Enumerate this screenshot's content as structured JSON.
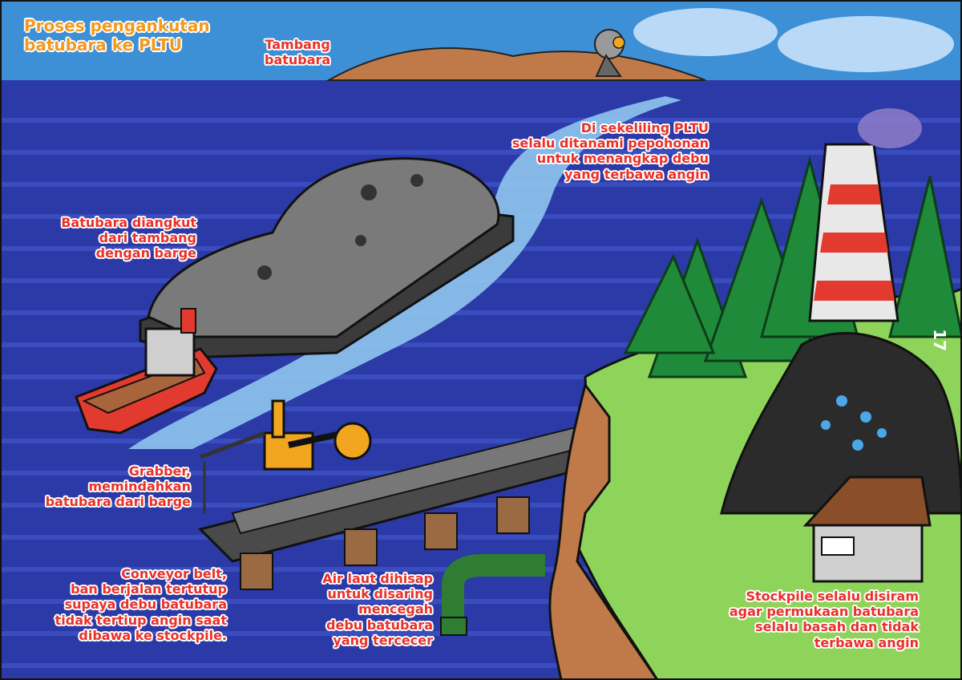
{
  "title": {
    "line1": "Proses pengankutan",
    "line2": "batubara ke PLTU"
  },
  "labels": {
    "mine": [
      "Tambang",
      "batubara"
    ],
    "trees": [
      "Di sekeliling PLTU",
      "selalu ditanami pepohonan",
      "untuk menangkap debu",
      "yang terbawa angin"
    ],
    "barge": [
      "Batubara diangkut",
      "dari tambang",
      "dengan barge"
    ],
    "grabber": [
      "Grabber,",
      "memindahkan",
      "batubara dari barge"
    ],
    "conveyor": [
      "Conveyor belt,",
      "ban berjalan tertutup",
      "supaya debu batubara",
      "tidak tertiup angin saat",
      "dibawa ke stockpile."
    ],
    "seawater": [
      "Air laut dihisap",
      "untuk disaring",
      "mencegah",
      "debu batubara",
      "yang tercecer"
    ],
    "stockpile": [
      "Stockpile selalu disiram",
      "agar permukaan batubara",
      "selalu basah dan tidak",
      "terbawa angin"
    ]
  },
  "page_number": "17",
  "colors": {
    "label_text": "#e8322a",
    "title_text": "#f39a1e",
    "sea": "#2b3aa6",
    "sky": "#3d8fd6"
  }
}
